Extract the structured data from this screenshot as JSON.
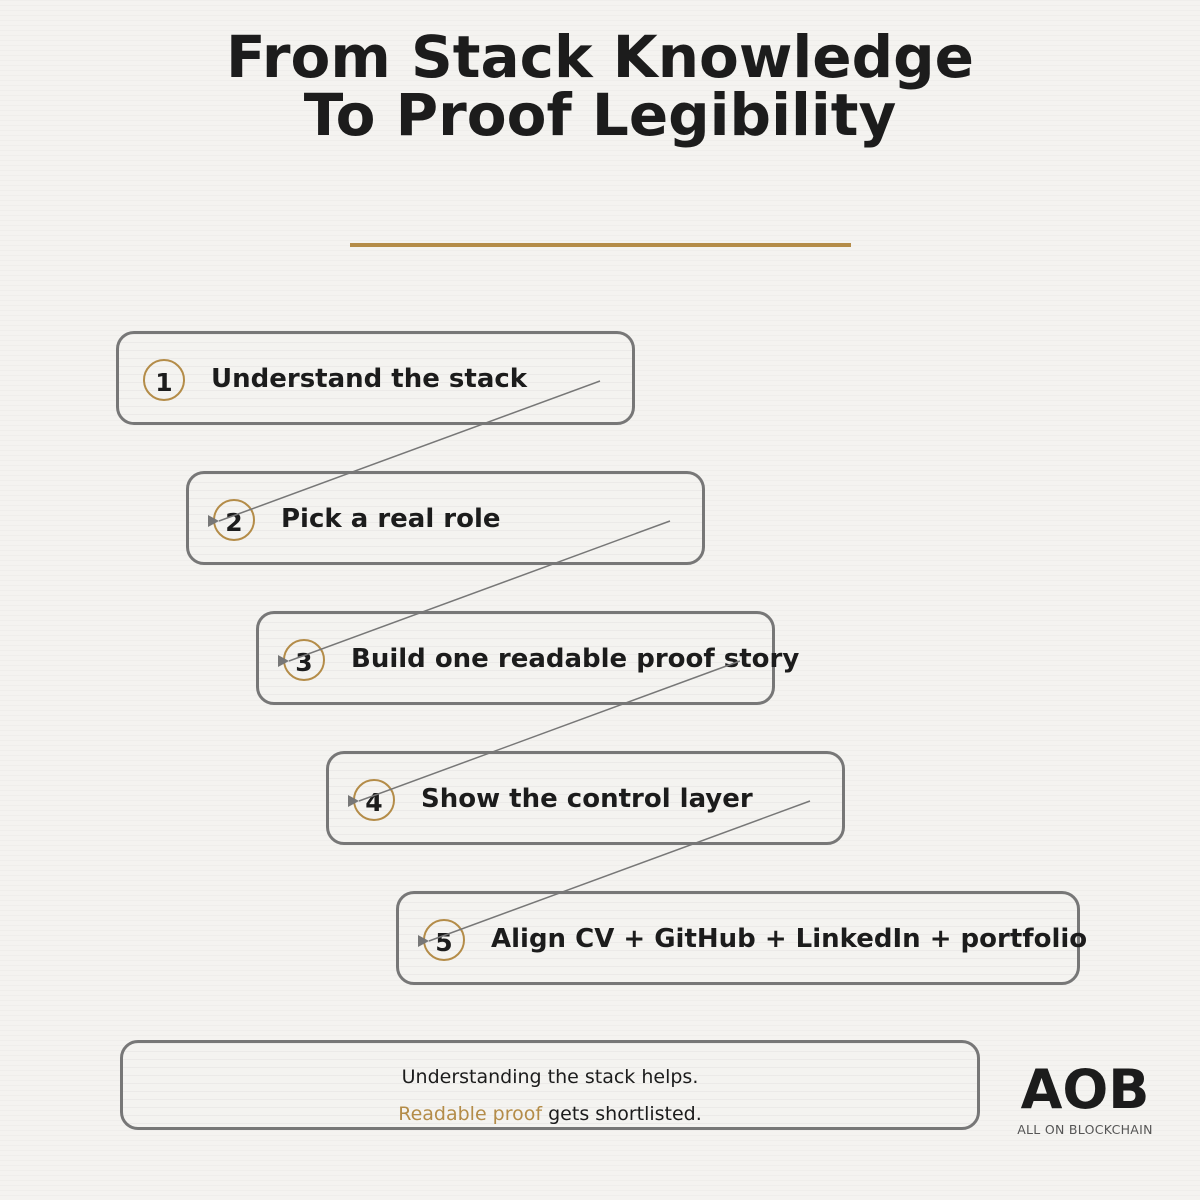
{
  "title": {
    "line1": "From Stack Knowledge",
    "line2": "To Proof Legibility"
  },
  "colors": {
    "accent": "#b48c48",
    "border": "#777777",
    "text": "#1c1c1c",
    "background": "#f4f3f0"
  },
  "steps": [
    {
      "number": "1",
      "label": "Understand the stack"
    },
    {
      "number": "2",
      "label": "Pick a real role"
    },
    {
      "number": "3",
      "label": "Build one readable proof story"
    },
    {
      "number": "4",
      "label": "Show the control layer"
    },
    {
      "number": "5",
      "label": "Align CV + GitHub + LinkedIn + portfolio"
    }
  ],
  "footer": {
    "line1": "Understanding the stack helps.",
    "line2_highlight": "Readable proof",
    "line2_rest": " gets shortlisted."
  },
  "logo": {
    "mark": "AOB",
    "tagline": "ALL ON BLOCKCHAIN"
  }
}
